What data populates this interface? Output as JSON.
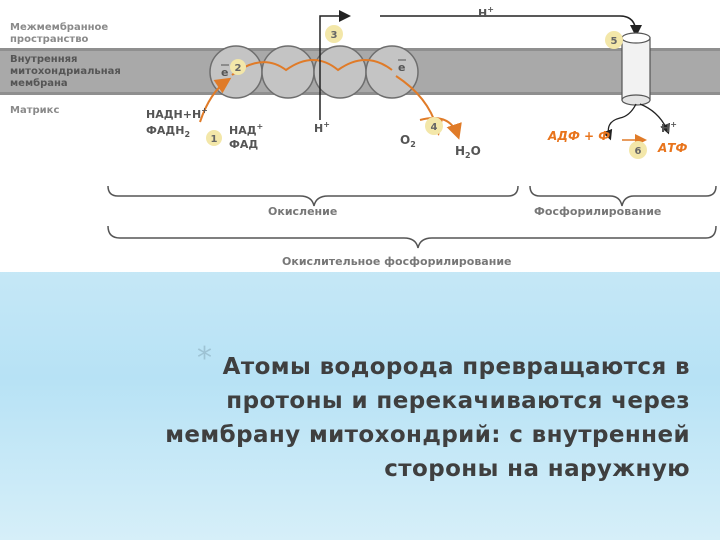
{
  "diagram": {
    "labels": {
      "intermembrane_line1": "Межмембранное",
      "intermembrane_line2": "пространство",
      "inner_line1": "Внутренняя",
      "inner_line2": "митохондриальная",
      "inner_line3": "мембрана",
      "matrix": "Матрикс",
      "nadh_line1": "НАДН+Н",
      "nadh_line1_sup": "+",
      "fadh2": "ФАДН",
      "fadh2_sub": "2",
      "nad_line1": "НАД",
      "nad_sup": "+",
      "fad": "ФАД",
      "electron1": "e",
      "electron2": "e",
      "h_top": "Н",
      "h_top_sup": "+",
      "h_bottom": "Н",
      "h_bottom_sup": "+",
      "h_right": "Н",
      "h_right_sup": "+",
      "o2": "O",
      "o2_sub": "2",
      "h2o_h": "Н",
      "h2o_sub": "2",
      "h2o_o": "O",
      "adp": "АДФ + Ф",
      "atp": "АТФ",
      "oxidation": "Окисление",
      "phosphorylation": "Фосфорилирование",
      "oxidative_phosphorylation": "Окислительное фосфорилирование"
    },
    "steps": [
      "1",
      "2",
      "3",
      "4",
      "5",
      "6"
    ],
    "colors": {
      "membrane": "#a9a9a9",
      "membrane_light": "#cfcfcf",
      "orange_arrow": "#e07b28",
      "step_circle": "#f3e7a9",
      "text_gray": "#8a8a8a"
    }
  },
  "bullet_symbol": "*",
  "body_text": "Атомы водорода превращаются в протоны и перекачиваются через мембрану митохондрий: с внутренней стороны на наружную"
}
